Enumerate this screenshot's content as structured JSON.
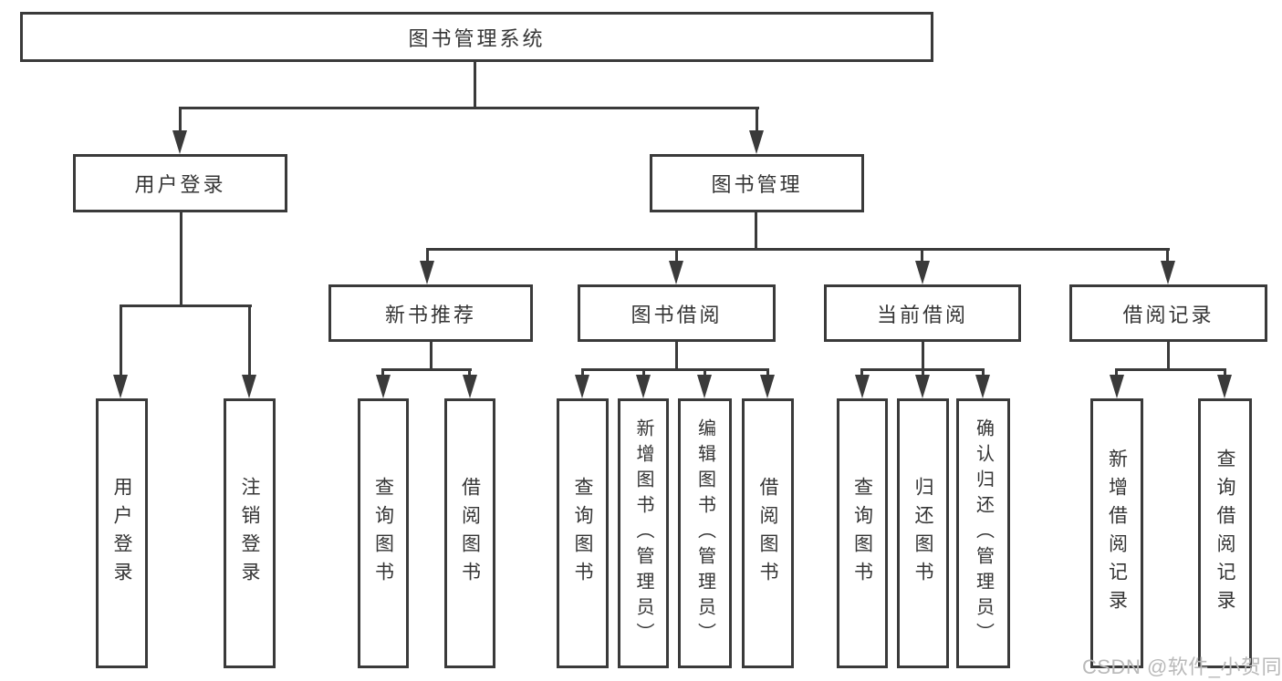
{
  "diagram": {
    "root": {
      "label": "图书管理系统"
    },
    "level2": [
      {
        "id": "user-login",
        "label": "用户登录"
      },
      {
        "id": "book-management",
        "label": "图书管理"
      }
    ],
    "level3": [
      {
        "id": "new-book-recommend",
        "label": "新书推荐"
      },
      {
        "id": "book-borrow",
        "label": "图书借阅"
      },
      {
        "id": "current-borrow",
        "label": "当前借阅"
      },
      {
        "id": "borrow-records",
        "label": "借阅记录"
      }
    ],
    "leaves": [
      {
        "label": "用户登录"
      },
      {
        "label": "注销登录"
      },
      {
        "label": "查询图书"
      },
      {
        "label": "借阅图书"
      },
      {
        "label": "查询图书"
      },
      {
        "label": "新增图书（管理员）"
      },
      {
        "label": "编辑图书（管理员）"
      },
      {
        "label": "借阅图书"
      },
      {
        "label": "查询图书"
      },
      {
        "label": "归还图书"
      },
      {
        "label": "确认归还（管理员）"
      },
      {
        "label": "新增借阅记录"
      },
      {
        "label": "查询借阅记录"
      }
    ]
  },
  "watermark": {
    "text": "CSDN @软件_小贺同学"
  },
  "colors": {
    "line": "#3a3a3a",
    "text": "#353535",
    "watermark_text": "#b9b9b9",
    "background": "#ffffff"
  }
}
